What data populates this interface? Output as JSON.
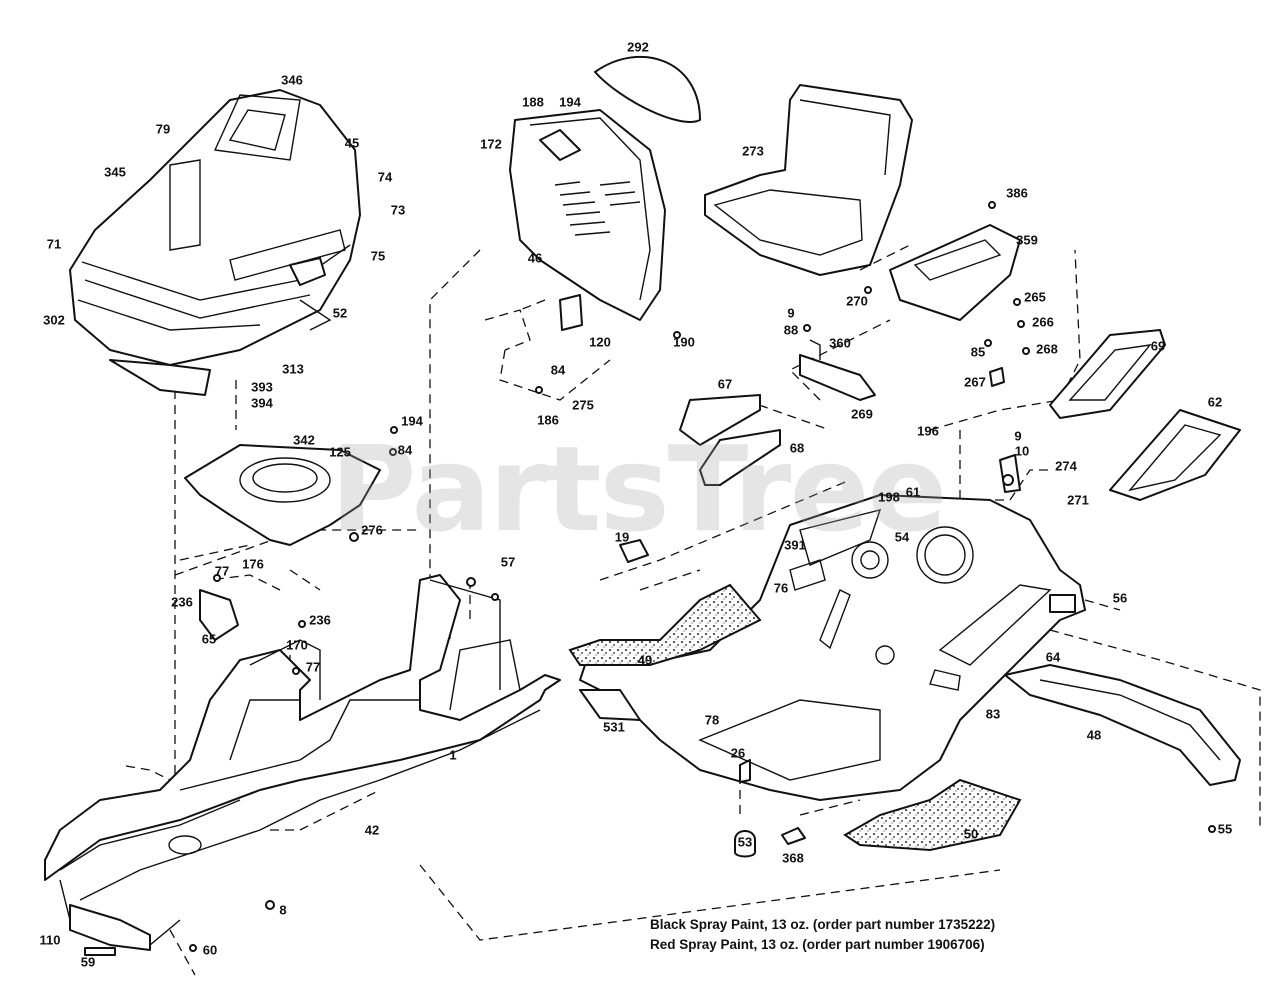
{
  "watermark": "PartsTree",
  "paint_notes": [
    "Black Spray Paint, 13 oz. (order part number 1735222)",
    "Red Spray Paint, 13 oz. (order part number 1906706)"
  ],
  "callouts": [
    "346",
    "45",
    "79",
    "345",
    "74",
    "73",
    "71",
    "75",
    "302",
    "52",
    "313",
    "393",
    "394",
    "292",
    "188",
    "194",
    "172",
    "46",
    "120",
    "190",
    "84",
    "186",
    "275",
    "273",
    "386",
    "270",
    "359",
    "265",
    "266",
    "268",
    "85",
    "267",
    "9",
    "88",
    "360",
    "269",
    "69",
    "67",
    "68",
    "62",
    "196",
    "9",
    "10",
    "274",
    "271",
    "198",
    "61",
    "194",
    "84",
    "342",
    "125",
    "276",
    "19",
    "391",
    "54",
    "76",
    "56",
    "77",
    "176",
    "236",
    "65",
    "236",
    "170",
    "77",
    "57",
    "49",
    "531",
    "78",
    "83",
    "64",
    "48",
    "1",
    "42",
    "26",
    "53",
    "368",
    "50",
    "55",
    "110",
    "59",
    "60",
    "8"
  ]
}
